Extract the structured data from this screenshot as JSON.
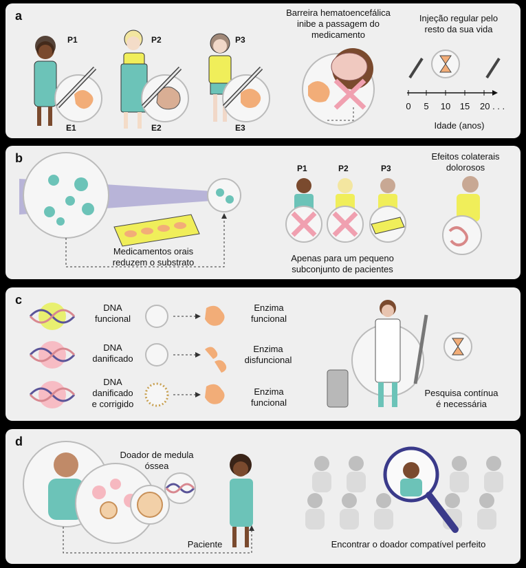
{
  "panel_a": {
    "letter": "a",
    "patients": [
      "P1",
      "P2",
      "P3"
    ],
    "enzymes": [
      "E1",
      "E2",
      "E3"
    ],
    "bbb_line1": "Barreira hematoencefálica",
    "bbb_line2": "inibe a passagem do",
    "bbb_line3": "medicamento",
    "injection_line1": "Injeção regular pelo",
    "injection_line2": "resto da sua vida",
    "axis_ticks": [
      "0",
      "5",
      "10",
      "15",
      "20 . . ."
    ],
    "axis_label": "Idade (anos)"
  },
  "panel_b": {
    "letter": "b",
    "oral_line1": "Medicamentos orais",
    "oral_line2": "reduzem o substrato",
    "patients": [
      "P1",
      "P2",
      "P3"
    ],
    "subset_line1": "Apenas para um pequeno",
    "subset_line2": "subconjunto de pacientes",
    "side_line1": "Efeitos colaterais",
    "side_line2": "dolorosos"
  },
  "panel_c": {
    "letter": "c",
    "dna1_line1": "DNA",
    "dna1_line2": "funcional",
    "dna2_line1": "DNA",
    "dna2_line2": "danificado",
    "dna3_line1": "DNA",
    "dna3_line2": "danificado",
    "dna3_line3": "e corrigido",
    "enz1_line1": "Enzima",
    "enz1_line2": "funcional",
    "enz2_line1": "Enzima",
    "enz2_line2": "disfuncional",
    "enz3_line1": "Enzima",
    "enz3_line2": "funcional",
    "research_line1": "Pesquisa contínua",
    "research_line2": "é necessária"
  },
  "panel_d": {
    "letter": "d",
    "donor_line1": "Doador de medula",
    "donor_line2": "óssea",
    "patient": "Paciente",
    "match": "Encontrar o doador compatível perfeito"
  },
  "colors": {
    "teal": "#6cc3b8",
    "yellow": "#f0ee5a",
    "orange": "#f2ad78",
    "pink_x": "#f0a0b0",
    "purple": "#5a5498",
    "skin_dark": "#7a4a2e",
    "skin_light": "#d9ae94"
  }
}
